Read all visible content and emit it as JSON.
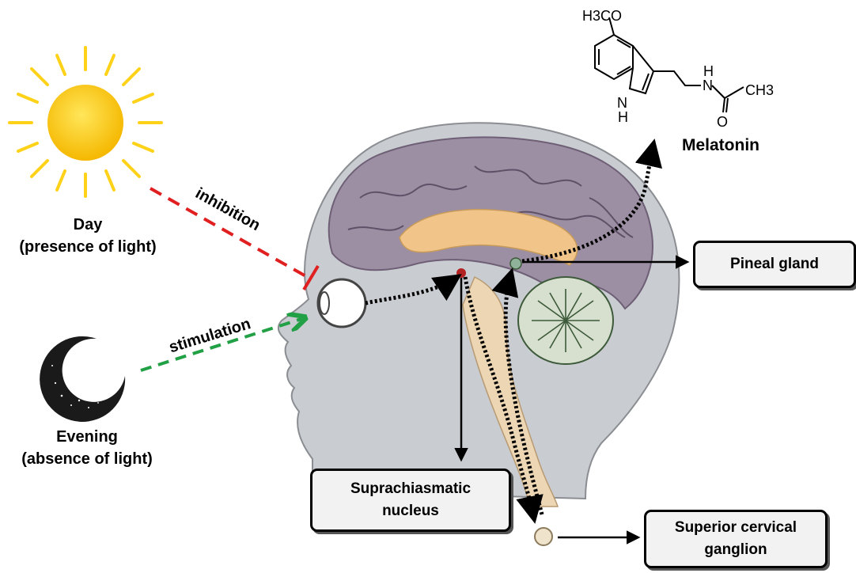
{
  "molecule": {
    "name": "Melatonin",
    "substituent_methoxy": "H3CO",
    "atom_nh_ring": "N",
    "atom_h_ring": "H",
    "atom_nh_chain_n": "N",
    "atom_nh_chain_h": "H",
    "atom_o": "O",
    "group_ch3": "CH3"
  },
  "day": {
    "line1": "Day",
    "line2": "(presence of light)"
  },
  "evening": {
    "line1": "Evening",
    "line2": "(absence of light)"
  },
  "arrows": {
    "inhibition": "inhibition",
    "stimulation": "stimulation"
  },
  "boxes": {
    "pineal": "Pineal gland",
    "scn_line1": "Suprachiasmatic",
    "scn_line2": "nucleus",
    "scg_line1": "Superior cervical",
    "scg_line2": "ganglion"
  },
  "colors": {
    "sun": "#ffd21a",
    "sun_rays": "#ffd21a",
    "moon": "#1a1a1a",
    "inhibition": "#e02020",
    "stimulation": "#22a045",
    "head": "#c8ccd0",
    "brain": "#9c8fa3",
    "scn_dot": "#b22222"
  }
}
